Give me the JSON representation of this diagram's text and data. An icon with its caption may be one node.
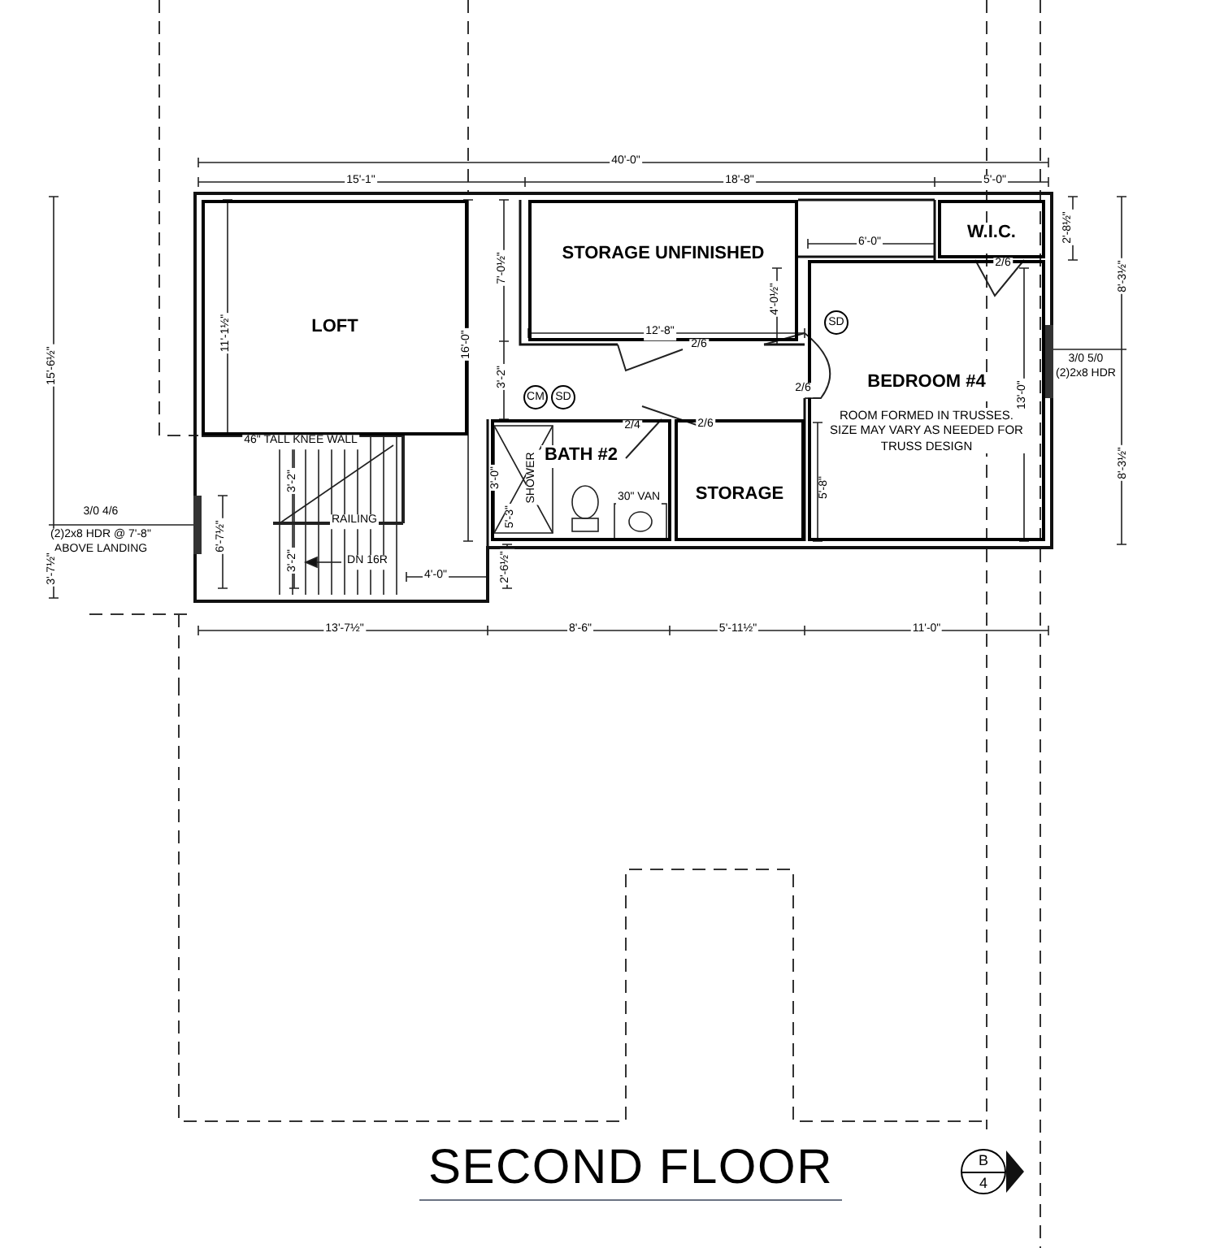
{
  "diagram": {
    "title": "SECOND FLOOR",
    "nodes": [
      {
        "text": [
          "LOFT"
        ]
      },
      {
        "text": [
          "STORAGE UNFINISHED"
        ]
      },
      {
        "text": [
          "W.I.C."
        ]
      },
      {
        "text": [
          "BEDROOM #4",
          "ROOM FORMED IN TRUSSES. SIZE MAY VARY AS NEEDED FOR TRUSS DESIGN"
        ]
      },
      {
        "text": [
          "SD"
        ],
        "in": 3
      },
      {
        "text": [
          "CM"
        ]
      },
      {
        "text": [
          "SD"
        ]
      },
      {
        "text": [
          "BATH #2"
        ]
      },
      {
        "text": [
          "STORAGE"
        ]
      },
      {
        "text": [
          "B",
          "4"
        ]
      }
    ],
    "edges": [],
    "labels": [
      "40'-0\"",
      "15'-1\"",
      "18'-8\"",
      "5'-0\"",
      "2'-8½\"",
      "6'-0\"",
      "8'-3½\"",
      "15'-6½\"",
      "11'-1½\"",
      "7'-0½\"",
      "4'-0½\"",
      "12'-8\"",
      "2/6",
      "16'-0\"",
      "3'-2\"",
      "2/6",
      "2/6",
      "3/0 5/0",
      "(2)2x8 HDR",
      "13'-0\"",
      "46\" TALL KNEE WALL",
      "3'-2\"",
      "3'-0\"",
      "SHOWER",
      "2/4",
      "2/6",
      "5'-8\"",
      "30\" VAN",
      "5'-3\"",
      "8'-3½\"",
      "3/0 4/6",
      "(2)2x8 HDR @ 7'-8\" ABOVE LANDING",
      "6'-7½\"",
      "RAILING",
      "3'-2\"",
      "DN 16R",
      "3'-7½\"",
      "4'-0\"",
      "2'-6½\"",
      "13'-7½\"",
      "8'-6\"",
      "5'-11½\"",
      "11'-0\""
    ]
  }
}
